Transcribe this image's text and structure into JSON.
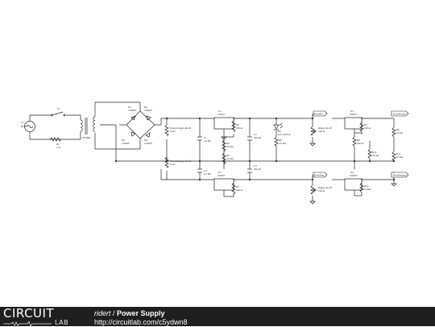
{
  "source": {
    "label": "V1",
    "value": "60 Hz"
  },
  "switch": {
    "label": "S1"
  },
  "resistor_main": {
    "label": "R1",
    "value": "1 Ω"
  },
  "transformer": {
    "label": "XFMR1"
  },
  "diodes": [
    {
      "label": "D1",
      "value": "1N4007"
    },
    {
      "label": "D2",
      "value": "1N4007"
    },
    {
      "label": "D3",
      "value": "1N4007"
    },
    {
      "label": "D4",
      "value": "1N4007"
    }
  ],
  "load_resistors": [
    {
      "label": "Powerchange on/off",
      "value": "1k Ω"
    },
    {
      "label": "Powerchange on/off",
      "value": "1k Ω"
    }
  ],
  "regulators": [
    {
      "label": "U1",
      "value": "LM317"
    },
    {
      "label": "U2",
      "value": "LM337"
    },
    {
      "label": "U3",
      "value": "LM317"
    },
    {
      "label": "U4",
      "value": "LM337"
    }
  ],
  "caps": [
    {
      "label": "C1",
      "value": "2.2 mF"
    },
    {
      "label": "C2",
      "value": "220 µF"
    },
    {
      "label": "C3",
      "value": "220 µF"
    },
    {
      "label": "C4",
      "value": "2.2 mF"
    }
  ],
  "resistors": [
    {
      "label": "R2",
      "value": "240 Ω"
    },
    {
      "label": "R3",
      "value": "240 Ω"
    },
    {
      "label": "R4",
      "value": "4.5 kΩ"
    },
    {
      "label": "R5",
      "value": "4.5 kΩ"
    },
    {
      "label": "R6",
      "value": "4.5 kΩ"
    },
    {
      "label": "R7",
      "value": "240 Ω"
    },
    {
      "label": "R8",
      "value": "240 Ω"
    },
    {
      "label": "R9",
      "value": "10 kΩ"
    },
    {
      "label": "R10",
      "value": "10 kΩ"
    },
    {
      "label": "R11",
      "value": "10 kΩ"
    },
    {
      "label": "R12",
      "value": "10 kΩ"
    }
  ],
  "led": {
    "label": "D5",
    "value": "LTL-307GE"
  },
  "pots": [
    {
      "label": "Range on/off",
      "value": "10k Ω"
    },
    {
      "label": "Range on/off",
      "value": "10k Ω"
    }
  ],
  "flags": {
    "pos": "BoostPos",
    "neg": "BoostNeg",
    "pos_out": "BoostPosOut",
    "neg_out": "BoostNegOut"
  },
  "footer": {
    "logo_top": "CIRCUIT",
    "logo_bottom": "LAB",
    "user": "ridert",
    "separator": " / ",
    "title": "Power Supply",
    "url": "http://circuitlab.com/c5ydwn8"
  }
}
